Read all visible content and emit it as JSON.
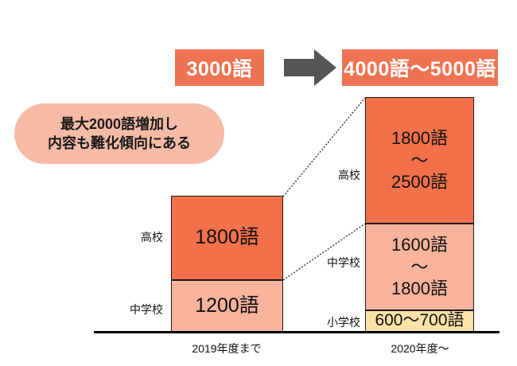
{
  "summary": {
    "before_label": "3000語",
    "arrow_icon": "right-arrow-icon",
    "after_label": "4000語～5000語"
  },
  "callout": {
    "line1": "最大2000語増加し",
    "line2": "内容も難化傾向にある"
  },
  "chart_data": {
    "type": "bar",
    "title": "",
    "xlabel": "",
    "ylabel": "",
    "stacked": true,
    "grid": false,
    "legend_position": "none",
    "categories": [
      "2019年度まで",
      "2020年度～"
    ],
    "segment_names": [
      "小学校",
      "中学校",
      "高校"
    ],
    "series": [
      {
        "name": "小学校",
        "color": "#fbe2a8",
        "values": [
          0,
          650
        ],
        "labels": [
          "",
          "600～700語"
        ],
        "label_lines": [
          [],
          [
            "600～700語"
          ]
        ]
      },
      {
        "name": "中学校",
        "color": "#f8b39c",
        "values": [
          1200,
          1700
        ],
        "labels": [
          "1200語",
          "1600語～1800語"
        ],
        "label_lines": [
          [
            "1200語"
          ],
          [
            "1600語",
            "～",
            "1800語"
          ]
        ]
      },
      {
        "name": "高校",
        "color": "#f2714b",
        "values": [
          1800,
          2150
        ],
        "labels": [
          "1800語",
          "1800語～2500語"
        ],
        "label_lines": [
          [
            "1800語"
          ],
          [
            "1800語",
            "～",
            "2500語"
          ]
        ]
      }
    ],
    "totals": [
      3000,
      4500
    ],
    "ylim": [
      0,
      4500
    ]
  },
  "labels": {
    "left_high": "高校",
    "left_mid": "中学校",
    "right_high": "高校",
    "right_mid": "中学校",
    "right_elem": "小学校",
    "cat_left": "2019年度まで",
    "cat_right": "2020年度～"
  },
  "values": {
    "left_high": "1800語",
    "left_mid": "1200語",
    "right_high_a": "1800語",
    "right_high_sep": "～",
    "right_high_b": "2500語",
    "right_mid_a": "1600語",
    "right_mid_sep": "～",
    "right_mid_b": "1800語",
    "right_elem": "600～700語"
  },
  "colors": {
    "accent_orange": "#ee7352",
    "bar_high": "#f2714b",
    "bar_mid": "#f8b39c",
    "bar_elem": "#fbe2a8",
    "callout_bg": "#f6bba6",
    "arrow_gray": "#555555",
    "axis": "#000000"
  }
}
